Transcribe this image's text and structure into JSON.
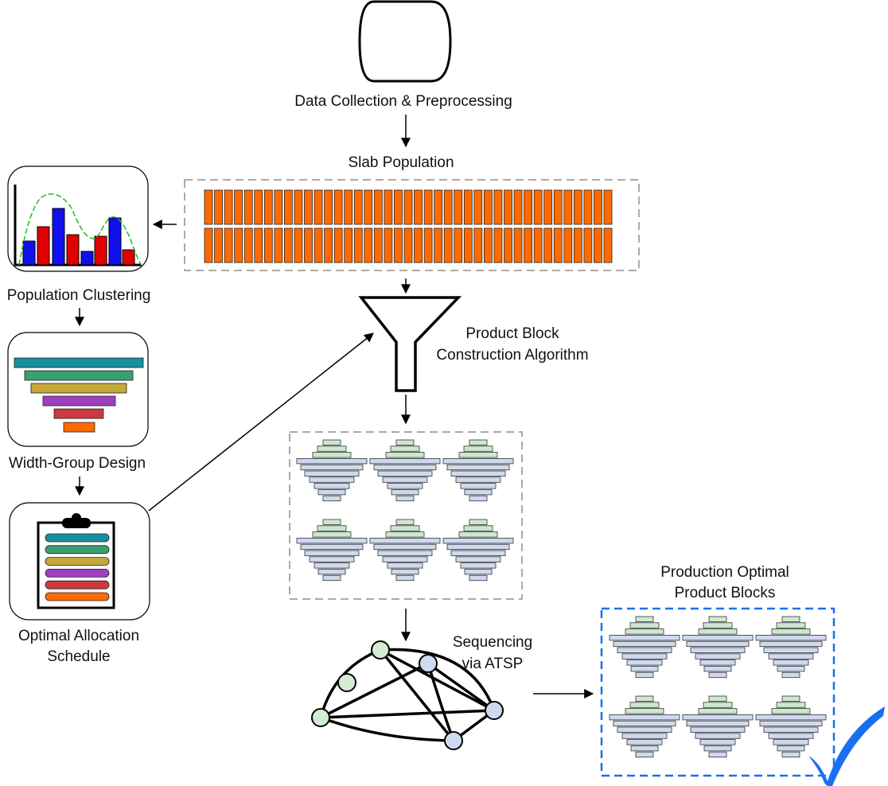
{
  "labels": {
    "data_collection": "Data Collection & Preprocessing",
    "slab_population": "Slab Population",
    "population_clustering": "Population Clustering",
    "width_group_design": "Width-Group Design",
    "optimal_allocation_line1": "Optimal Allocation",
    "optimal_allocation_line2": "Schedule",
    "pbc_line1": "Product Block",
    "pbc_line2": "Construction Algorithm",
    "sequencing_line1": "Sequencing",
    "sequencing_line2": "via ATSP",
    "production_line1": "Production Optimal",
    "production_line2": "Product Blocks"
  },
  "colors": {
    "slab": "#ff6a00",
    "bar_red": "#e00000",
    "bar_blue": "#1010ee",
    "curve": "#22bb22",
    "wg_layers": [
      "#1a8fa0",
      "#3aa070",
      "#c6a83a",
      "#a040c0",
      "#cc3a40",
      "#ff6a00"
    ],
    "block_green": "#cde8cd",
    "block_blue": "#cfd9ee",
    "node_green": "#d4ecd4",
    "node_blue": "#cfd9f0",
    "check": "#1a6ff0",
    "dashed_gray": "#aaaaaa",
    "dashed_blue": "#1a6ff0"
  },
  "icons": {
    "database": "database-icon",
    "histogram": "histogram-icon",
    "funnel": "funnel-icon",
    "width_group": "width-group-pyramid-icon",
    "clipboard": "clipboard-icon",
    "graph": "graph-network-icon",
    "check": "checkmark-icon"
  }
}
